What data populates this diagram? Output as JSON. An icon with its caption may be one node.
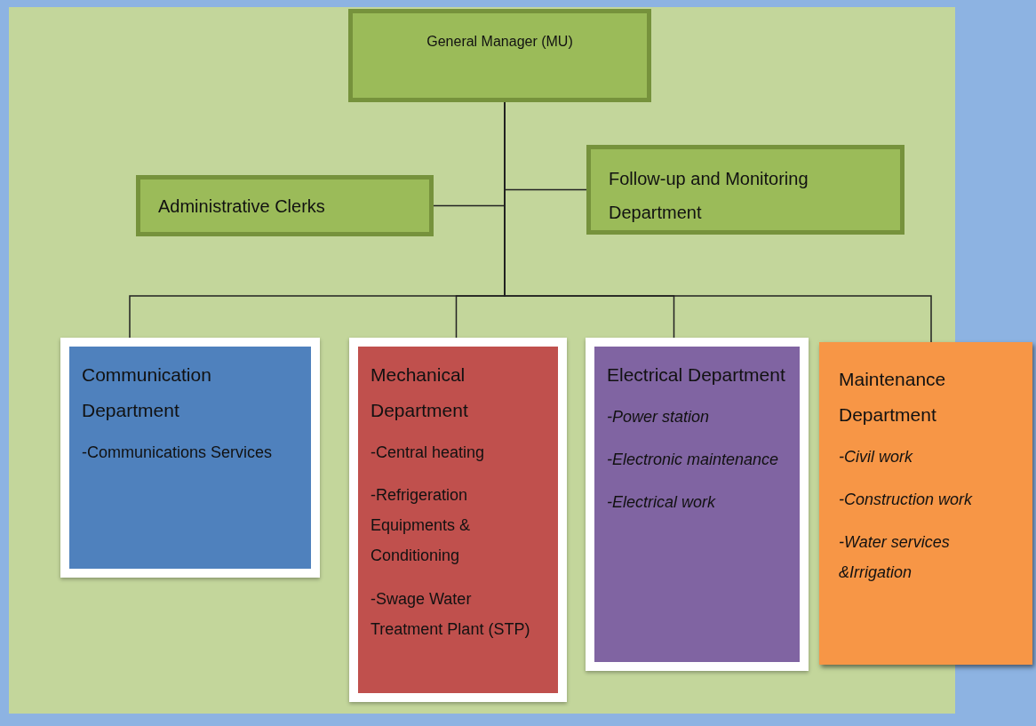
{
  "diagram": {
    "nodes": [
      {
        "text": [
          "General Manager (MU)"
        ]
      },
      {
        "text": [
          "Administrative Clerks"
        ]
      },
      {
        "text": [
          "Follow-up and Monitoring Department"
        ]
      },
      {
        "text": [
          "Communication Department",
          "-Communications Services"
        ]
      },
      {
        "text": [
          "Mechanical Department",
          "-Central heating",
          "-Refrigeration Equipments & Conditioning",
          "-Swage Water Treatment Plant (STP)"
        ]
      },
      {
        "text": [
          "Electrical Department",
          "-Power station",
          "-Electronic maintenance",
          "-Electrical work"
        ]
      },
      {
        "text": [
          "Maintenance Department",
          "-Civil work",
          "-Construction work",
          "-Water services &Irrigation"
        ]
      }
    ],
    "edges": [
      {
        "from": 0,
        "to": 1,
        "arrow": "none"
      },
      {
        "from": 0,
        "to": 2,
        "arrow": "none"
      },
      {
        "from": 0,
        "to": 3,
        "arrow": "none"
      },
      {
        "from": 0,
        "to": 4,
        "arrow": "none"
      },
      {
        "from": 0,
        "to": 5,
        "arrow": "none"
      },
      {
        "from": 0,
        "to": 6,
        "arrow": "none"
      }
    ]
  }
}
